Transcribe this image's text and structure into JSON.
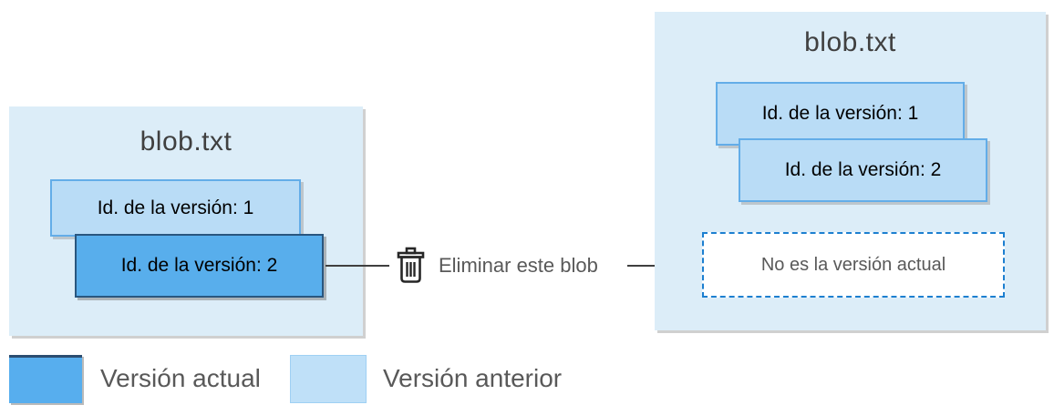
{
  "left_blob": {
    "title": "blob.txt",
    "versions": [
      {
        "label": "Id. de la versión: 1",
        "state": "previous"
      },
      {
        "label": "Id. de la versión: 2",
        "state": "current"
      }
    ]
  },
  "action": {
    "label": "Eliminar este blob",
    "icon": "trash-icon"
  },
  "right_blob": {
    "title": "blob.txt",
    "versions": [
      {
        "label": "Id. de la versión: 1",
        "state": "previous"
      },
      {
        "label": "Id. de la versión: 2",
        "state": "previous"
      }
    ],
    "note": "No es la versión actual"
  },
  "legend": {
    "current": {
      "label": "Versión actual",
      "color": "#57aeee"
    },
    "previous": {
      "label": "Versión anterior",
      "color": "#bfe0f8"
    }
  },
  "colors": {
    "container_bg": "#dcedf8",
    "previous_fill": "#b9dcf6",
    "previous_border": "#63ade8",
    "current_fill": "#58aeec",
    "current_border": "#29567f",
    "dashed_border": "#1c7fd0",
    "text_gray": "#595959",
    "title_gray": "#404040",
    "line": "#3f3f3f"
  }
}
